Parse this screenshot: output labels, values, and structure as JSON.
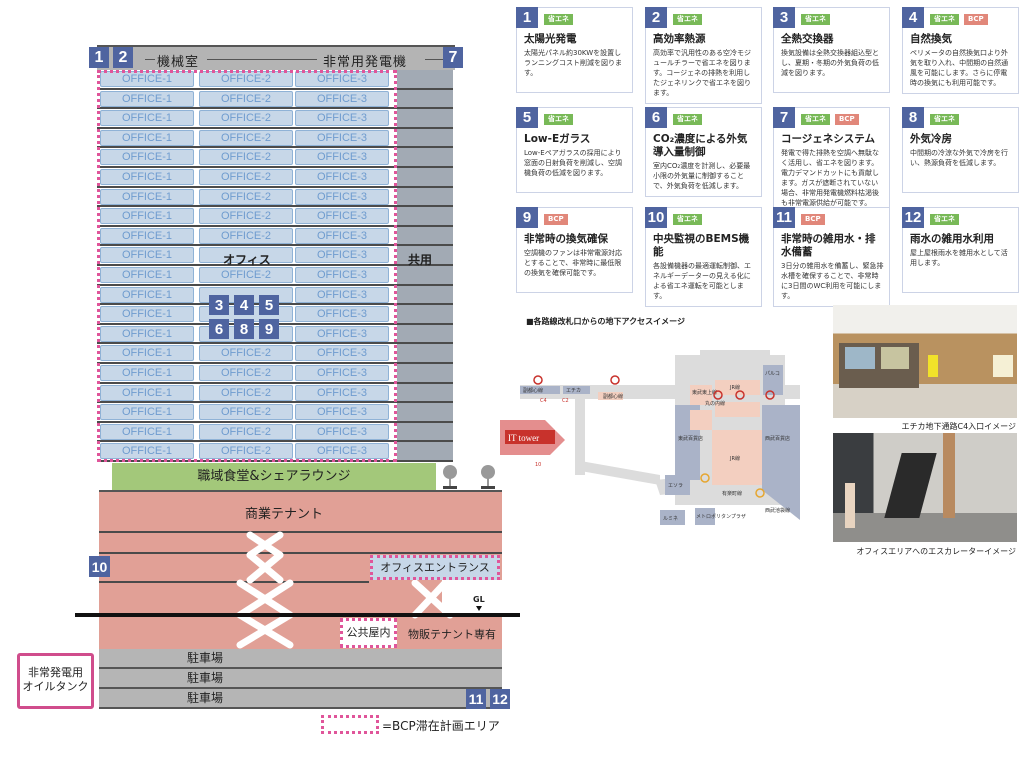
{
  "building": {
    "machine_room": "機械室",
    "generator": "非常用発電機",
    "office_columns": [
      "OFFICE-1",
      "OFFICE-2",
      "OFFICE-3"
    ],
    "office_floor_count": 20,
    "office_label": "オフィス",
    "common_label": "共用",
    "lounge": "職域食堂&シェアラウンジ",
    "commercial": "商業テナント",
    "office_entrance": "オフィスエントランス",
    "gl": "GL",
    "public_indoor": "公共屋内",
    "retail": "物販テナント専有",
    "parking": [
      "駐車場",
      "駐車場",
      "駐車場"
    ],
    "oil_tank": [
      "非常発電用",
      "オイルタンク"
    ],
    "legend": "=BCP滞在計画エリア",
    "badges": {
      "b1": "1",
      "b2": "2",
      "b7": "7",
      "b3": "3",
      "b4": "4",
      "b5": "5",
      "b6": "6",
      "b8": "8",
      "b9": "9",
      "b10": "10",
      "b11": "11",
      "b12": "12"
    }
  },
  "cards": [
    {
      "num": "1",
      "tags": [
        "省エネ"
      ],
      "title": "太陽光発電",
      "body": "太陽光パネル約30KWを設置しランニングコスト削減を図ります。"
    },
    {
      "num": "2",
      "tags": [
        "省エネ"
      ],
      "title": "高効率熱源",
      "body": "高効率で汎用性のある空冷モジュールチラーで省エネを図ります。コージェネの排熱を利用したジェネリンクで省エネを図ります。"
    },
    {
      "num": "3",
      "tags": [
        "省エネ"
      ],
      "title": "全熱交換器",
      "body": "換気設備は全熱交換器組込型とし、夏期・冬期の外気負荷の低減を図ります。"
    },
    {
      "num": "4",
      "tags": [
        "省エネ",
        "BCP"
      ],
      "title": "自然換気",
      "body": "ペリメータの自然換気口より外気を取り入れ、中間期の自然通風を可能にします。さらに停電時の換気にも利用可能です。"
    },
    {
      "num": "5",
      "tags": [
        "省エネ"
      ],
      "title": "Low-Eガラス",
      "body": "Low-Eペアガラスの採用により窓面の日射負荷を削減し、空調機負荷の低減を図ります。"
    },
    {
      "num": "6",
      "tags": [
        "省エネ"
      ],
      "title": "CO₂濃度による外気導入量制御",
      "body": "室内CO₂濃度を計測し、必要最小限の外気量に制御することで、外気負荷を低減します。"
    },
    {
      "num": "7",
      "tags": [
        "省エネ",
        "BCP"
      ],
      "title": "コージェネシステム",
      "body": "発電で得た排熱を空調へ無駄なく活用し、省エネを図ります。電力デマンドカットにも貢献します。ガスが遮断されていない場合、非常用発電機燃料枯渇後も非常電源供給が可能です。"
    },
    {
      "num": "8",
      "tags": [
        "省エネ"
      ],
      "title": "外気冷房",
      "body": "中間期の冷涼な外気で冷房を行い、熱源負荷を低減します。"
    },
    {
      "num": "9",
      "tags": [
        "BCP"
      ],
      "title": "非常時の換気確保",
      "body": "空調機のファンは非常電源対応とすることで、非常時に最低限の換気を確保可能です。"
    },
    {
      "num": "10",
      "tags": [
        "省エネ"
      ],
      "title": "中央監視のBEMS機能",
      "body": "各設備機器の最適運転制御、エネルギーデーターの見える化による省エネ運転を可能とします。"
    },
    {
      "num": "11",
      "tags": [
        "BCP"
      ],
      "title": "非常時の雑用水・排水備蓄",
      "body": "3日分の雑用水を備蓄し、緊急排水槽を確保することで、非常時に3日間のWC利用を可能にします。"
    },
    {
      "num": "12",
      "tags": [
        "省エネ"
      ],
      "title": "雨水の雑用水利用",
      "body": "屋上屋根雨水を雑用水として活用します。"
    }
  ],
  "map": {
    "title": "■各路線改札口からの地下アクセスイメージ",
    "tower": "IT tower",
    "fukutoshin": "副都心線",
    "echika": "エチカ",
    "tobu_tojo": "東武東上線",
    "marunouchi": "丸の内線",
    "jr": "JR線",
    "tobu_dept": "東武百貨店",
    "seibu_dept": "西武百貨店",
    "parco": "パルコ",
    "esola": "エソラ",
    "yurakucho": "有楽町線",
    "lumine": "ルミネ",
    "metropolitan": "メトロポリタンプラザ",
    "seibu_line": "西武池袋線",
    "c4": "C4",
    "c2": "C2",
    "exit10": "10"
  },
  "photos": [
    {
      "caption": "エチカ地下通路C4入口イメージ"
    },
    {
      "caption": "オフィスエリアへのエスカレーターイメージ"
    }
  ],
  "colors": {
    "badge": "#4f64a0",
    "eco": "#78b957",
    "bcp": "#e1877a",
    "office": "#c7d7e8",
    "commercial": "#e1a096",
    "lounge": "#a3c87a",
    "bcp_border": "#e0559a"
  }
}
